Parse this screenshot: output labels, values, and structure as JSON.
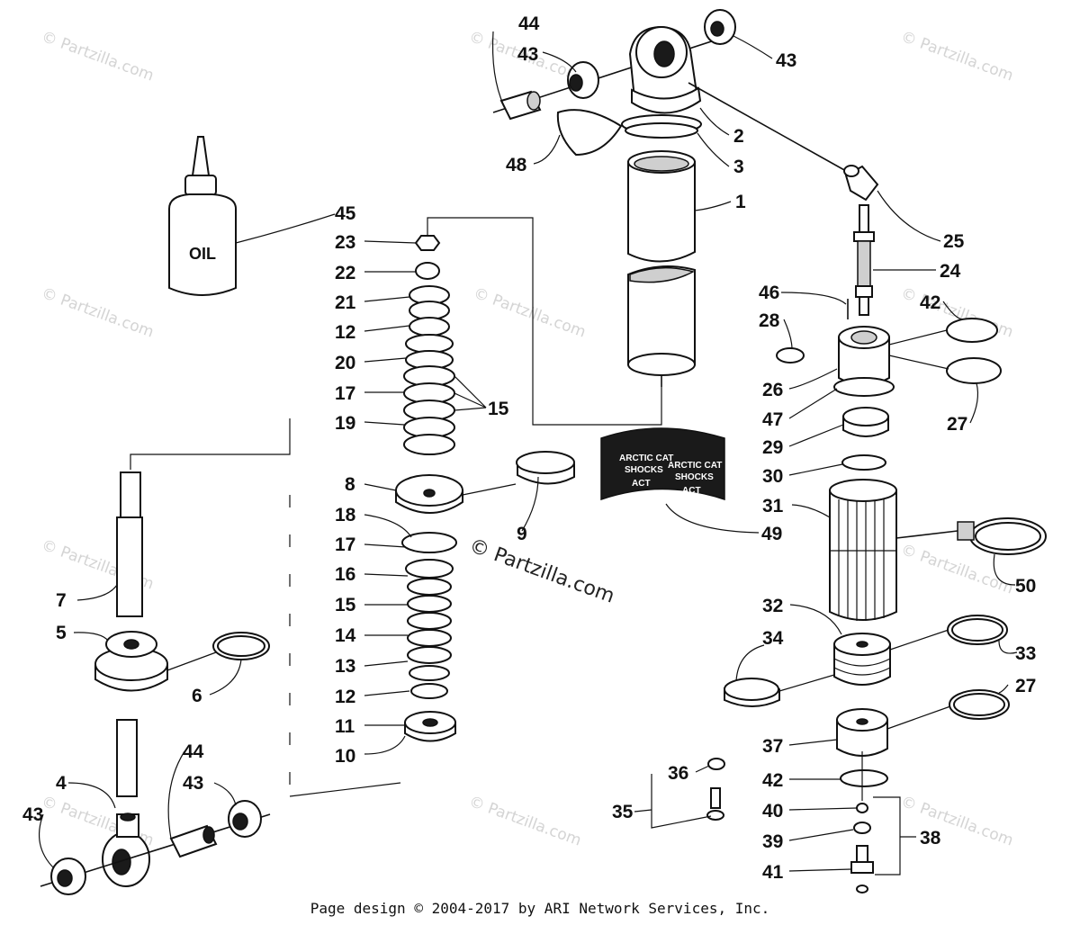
{
  "watermark": {
    "text": "© Partzilla.com"
  },
  "oil_label": "OIL",
  "decal_text": {
    "line1": "ARCTIC CAT",
    "line2": "SHOCKS",
    "line3": "ACT"
  },
  "footer": "Page design © 2004-2017 by ARI Network Services, Inc.",
  "callouts": {
    "c44a": "44",
    "c43a": "43",
    "c43b": "43",
    "c2": "2",
    "c3": "3",
    "c48": "48",
    "c1": "1",
    "c45": "45",
    "c23": "23",
    "c22": "22",
    "c21": "21",
    "c12a": "12",
    "c20": "20",
    "c17a": "17",
    "c19": "19",
    "c15a": "15",
    "c8": "8",
    "c18": "18",
    "c17b": "17",
    "c16": "16",
    "c15b": "15",
    "c14": "14",
    "c13": "13",
    "c12b": "12",
    "c11": "11",
    "c10": "10",
    "c9": "9",
    "c49": "49",
    "c25": "25",
    "c24": "24",
    "c46": "46",
    "c28": "28",
    "c42a": "42",
    "c26": "26",
    "c47": "47",
    "c27a": "27",
    "c29": "29",
    "c30": "30",
    "c31": "31",
    "c50": "50",
    "c32": "32",
    "c34": "34",
    "c33": "33",
    "c27b": "27",
    "c37": "37",
    "c36": "36",
    "c42b": "42",
    "c35": "35",
    "c40": "40",
    "c38": "38",
    "c39": "39",
    "c41": "41",
    "c7": "7",
    "c5": "5",
    "c6": "6",
    "c4": "4",
    "c44b": "44",
    "c43c": "43",
    "c43d": "43"
  }
}
